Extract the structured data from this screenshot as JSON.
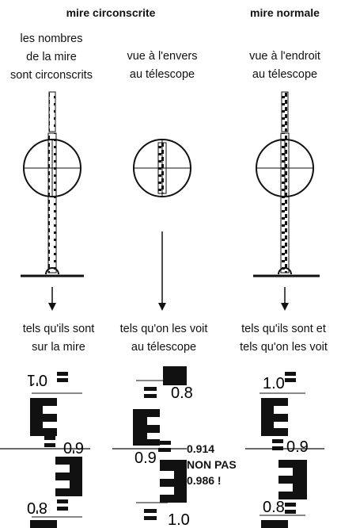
{
  "headers": {
    "left": "mire circonscrite",
    "right": "mire normale"
  },
  "captions_top": {
    "left": [
      "les nombres",
      "de la mire",
      "sont circonscrits"
    ],
    "middle": [
      "vue à l'envers",
      "au télescope"
    ],
    "right": [
      "vue à l'endroit",
      "au télescope"
    ]
  },
  "captions_bottom": {
    "left": [
      "tels qu'ils sont",
      "sur la mire"
    ],
    "middle": [
      "tels qu'on les voit",
      "au télescope"
    ],
    "right": [
      "tels qu'ils sont et",
      "tels qu'on les voit"
    ]
  },
  "staff_numbers": {
    "left": [
      "0'1",
      "6'0",
      "8'0"
    ],
    "middle": [
      "0.8",
      "0.9",
      "1.0"
    ],
    "right": [
      "1.0",
      "0.9",
      "0.8"
    ]
  },
  "reading": {
    "value": "0.914",
    "negation": "NON PAS",
    "wrong_value": "0.986 !"
  },
  "colors": {
    "ink": "#111111",
    "paper": "#ffffff"
  }
}
